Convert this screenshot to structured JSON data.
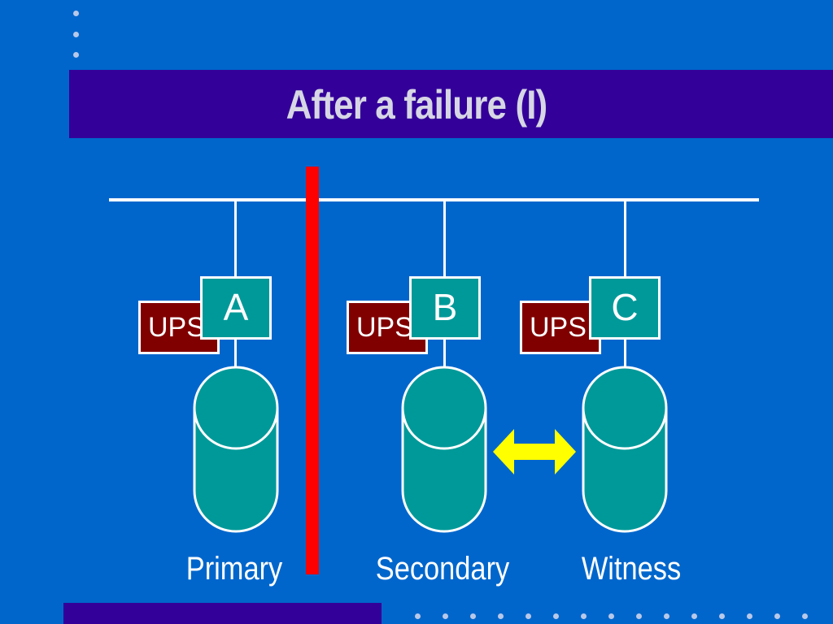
{
  "slide": {
    "title": "After a failure (I)"
  },
  "ups_label": "UPS",
  "nodes": [
    {
      "letter": "A",
      "role": "Primary"
    },
    {
      "letter": "B",
      "role": "Secondary"
    },
    {
      "letter": "C",
      "role": "Witness"
    }
  ],
  "colors": {
    "background": "#0066cc",
    "title_bar": "#330099",
    "node_fill": "#009999",
    "ups_fill": "#800000",
    "failure_bar": "#ff0000",
    "sync_arrow": "#ffff00"
  }
}
